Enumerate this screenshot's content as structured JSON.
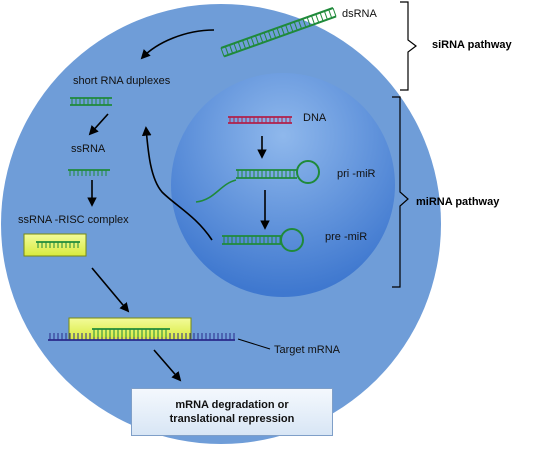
{
  "labels": {
    "dsrna": "dsRNA",
    "short_duplexes": "short RNA duplexes",
    "ssrna": "ssRNA",
    "ssrna_risc": "ssRNA  -RISC complex",
    "target_mrna": "Target mRNA",
    "dna": "DNA",
    "pri_mir": "pri -miR",
    "pre_mir": "pre -miR"
  },
  "side_labels": {
    "sirna": "siRNA pathway",
    "mirna": "miRNA pathway"
  },
  "result": {
    "line1": "mRNA degradation or",
    "line2": "translational repression"
  },
  "colors": {
    "cell": "#6f9dd8",
    "nucleus": "#4b86d9",
    "rna": "#1f8a3a",
    "dna": "#b0204a",
    "mrna": "#2a2a8a",
    "risc": "#e9f56a"
  }
}
